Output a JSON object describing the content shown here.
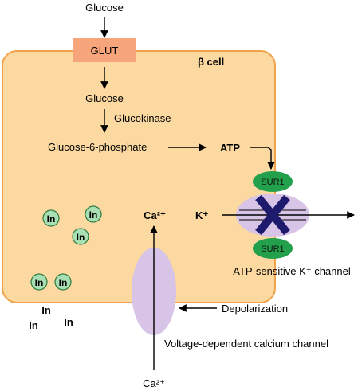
{
  "cell": {
    "label": "β cell",
    "fill": "#fcd9a0",
    "stroke": "#f0a24a"
  },
  "transporter": {
    "label": "GLUT",
    "fill": "#f7a57a"
  },
  "pathway": {
    "glucose_outside": "Glucose",
    "glucose_inside": "Glucose",
    "enzyme": "Glucokinase",
    "product": "Glucose-6-phosphate",
    "atp": "ATP"
  },
  "katp_channel": {
    "sur_top": "SUR1",
    "sur_bottom": "SUR1",
    "ion": "K⁺",
    "label": "ATP-sensitive K⁺ channel",
    "colors": {
      "sur": "#22a04b",
      "channel": "#d8c4e6",
      "block_x": "#1e1a6e"
    }
  },
  "calcium": {
    "inside_label": "Ca²⁺",
    "outside_label": "Ca²⁺",
    "depolarization": "Depolarization",
    "channel_label": "Voltage-dependent calcium channel",
    "channel_color": "#d8c4e6"
  },
  "insulin": {
    "granule_label": "In",
    "granule_fill": "#a8e0b4",
    "granule_stroke": "#2f7a3e",
    "granules": [
      "In",
      "In",
      "In",
      "In",
      "In"
    ],
    "secreted": [
      "In",
      "In",
      "In"
    ]
  }
}
